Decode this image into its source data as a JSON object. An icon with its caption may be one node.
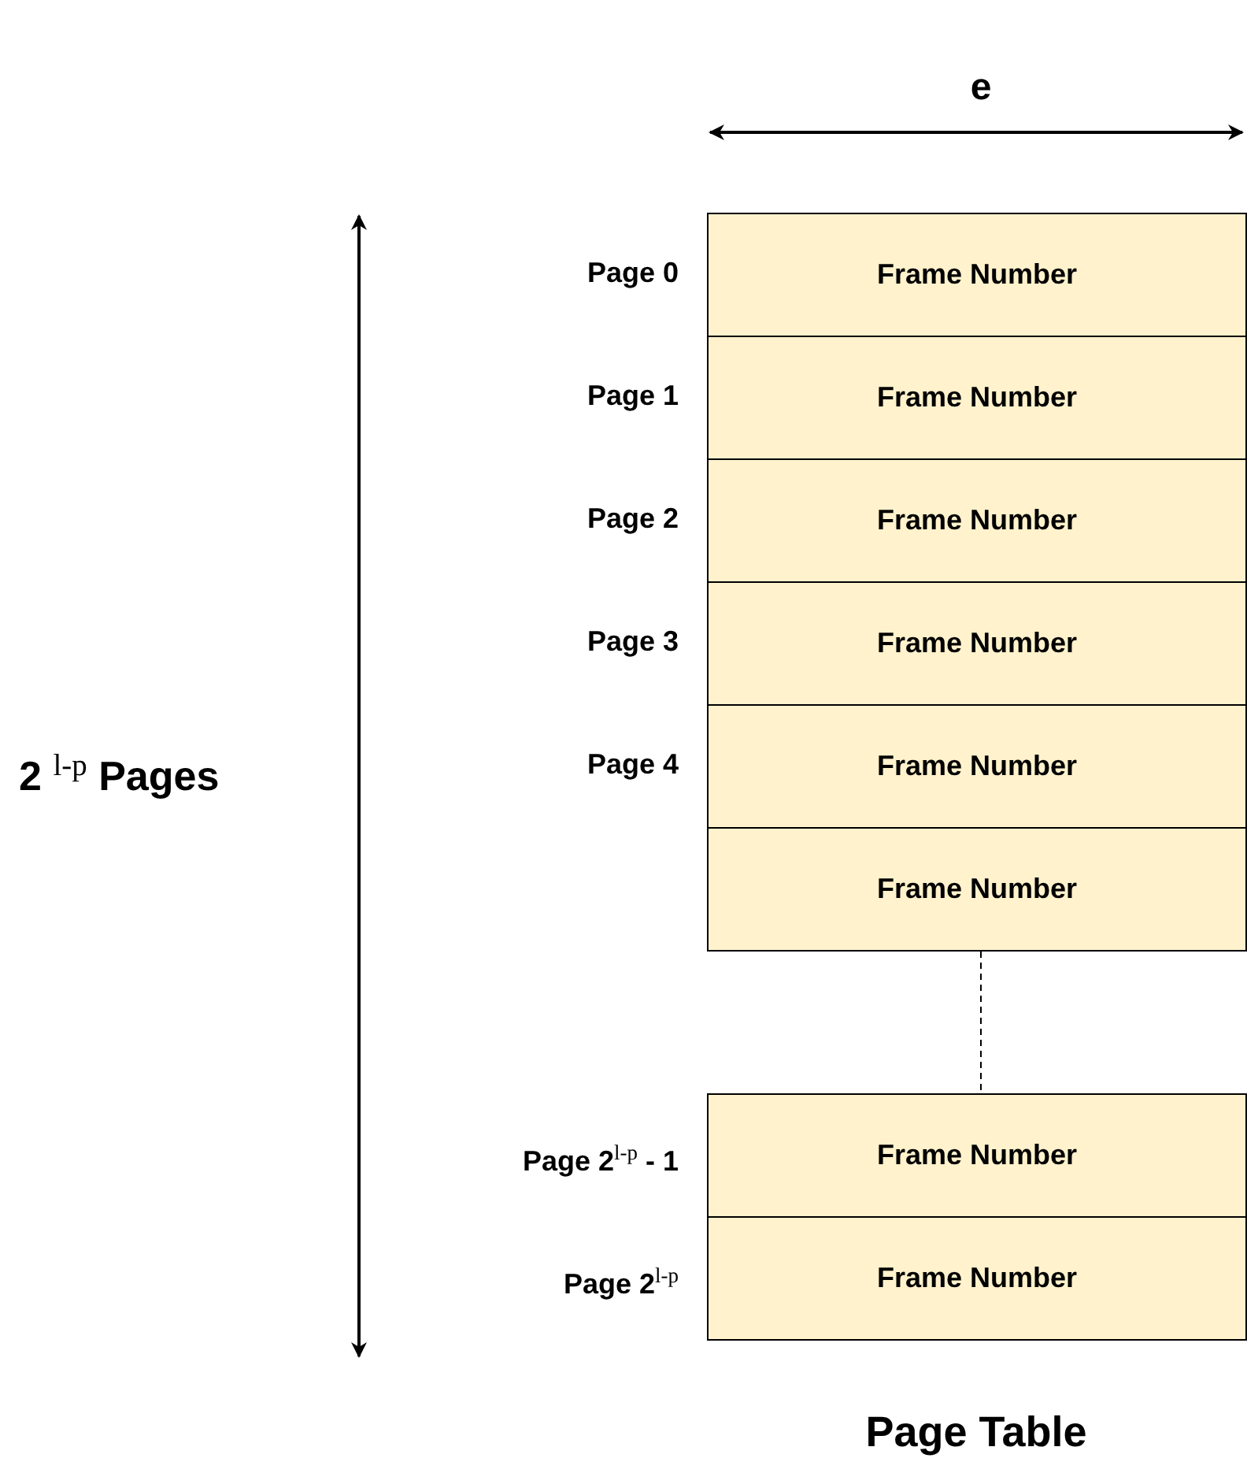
{
  "diagram": {
    "nodes": [
      {
        "text": [
          "Frame Number"
        ],
        "beside": [
          "Page 0"
        ]
      },
      {
        "text": [
          "Frame Number"
        ],
        "beside": [
          "Page 1"
        ]
      },
      {
        "text": [
          "Frame Number"
        ],
        "beside": [
          "Page 2"
        ]
      },
      {
        "text": [
          "Frame Number"
        ],
        "beside": [
          "Page 3"
        ]
      },
      {
        "text": [
          "Frame Number"
        ],
        "beside": [
          "Page 4"
        ]
      },
      {
        "text": [
          "Frame Number"
        ]
      },
      {
        "text": [
          "Frame Number"
        ],
        "beside": [
          "Page 2$^{l-p}$ - 1"
        ]
      },
      {
        "text": [
          "Frame Number"
        ],
        "beside": [
          "Page 2$^{l-p}$"
        ]
      }
    ],
    "edges": [
      {
        "from": 5,
        "to": 6,
        "arrow": "none",
        "style": "dashed"
      }
    ],
    "labels": [
      "e",
      "2 $^{l-p}$ Pages",
      "Page Table"
    ]
  }
}
